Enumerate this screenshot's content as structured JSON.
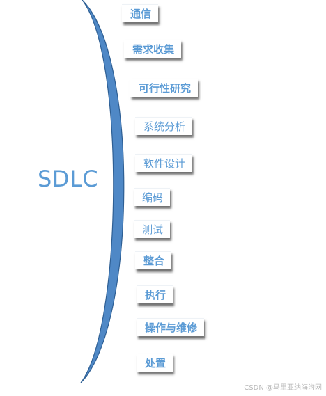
{
  "title": "SDLC",
  "colors": {
    "accent": "#5b9bd5",
    "brace": "#4f88c6",
    "brace_edge": "#2e5f94"
  },
  "steps": [
    {
      "label": "通信",
      "bold": true
    },
    {
      "label": "需求收集",
      "bold": true
    },
    {
      "label": "可行性研究",
      "bold": true
    },
    {
      "label": "系统分析",
      "bold": false
    },
    {
      "label": "软件设计",
      "bold": false
    },
    {
      "label": "编码",
      "bold": false
    },
    {
      "label": "测试",
      "bold": false
    },
    {
      "label": "整合",
      "bold": true
    },
    {
      "label": "执行",
      "bold": true
    },
    {
      "label": "操作与维修",
      "bold": true
    },
    {
      "label": "处置",
      "bold": true
    }
  ],
  "watermark": "CSDN @马里亚纳海沟网"
}
